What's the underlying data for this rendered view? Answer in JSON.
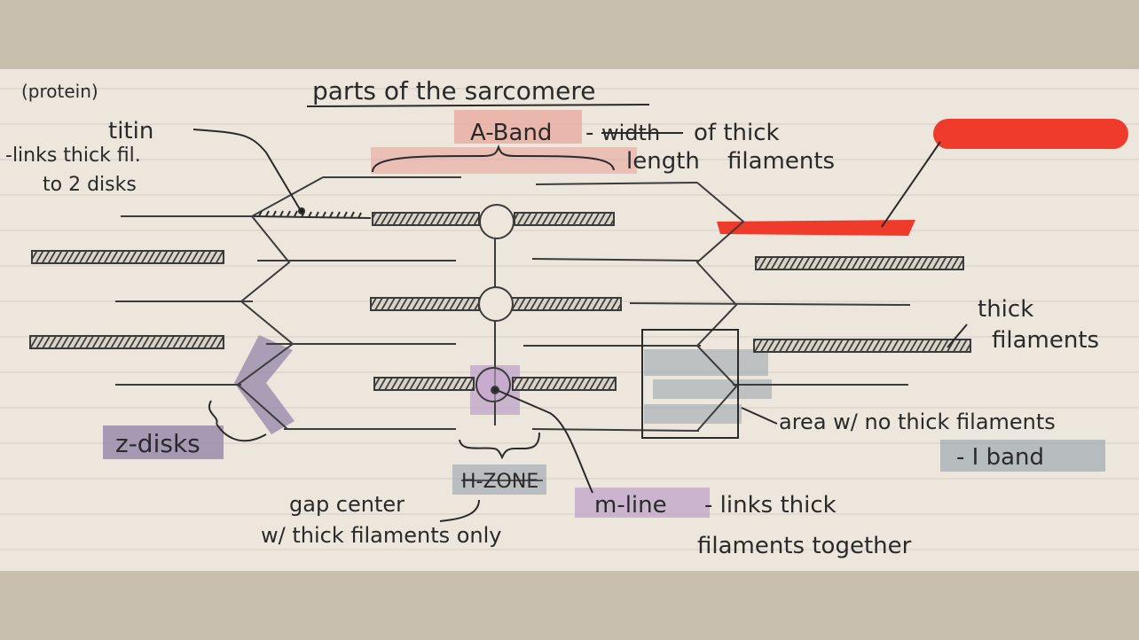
{
  "title": "parts of the sarcomere",
  "labels": {
    "protein": "(protein)",
    "titin": "titin",
    "titin_desc_1": "-links thick fil.",
    "titin_desc_2": "to 2 disks",
    "a_band": "A-Band",
    "a_band_dash": "-",
    "a_band_struck": "width",
    "a_band_desc_1": "of thick",
    "a_band_desc_2": "length",
    "a_band_desc_3": "filaments",
    "thick_filaments_1": "thick",
    "thick_filaments_2": "filaments",
    "z_disks": "z-disks",
    "h_zone": "H-ZONE",
    "gap_1": "gap center",
    "gap_2": "w/ thick filaments only",
    "m_line": "m-line",
    "m_line_desc_1": "- links thick",
    "m_line_desc_2": "filaments together",
    "area_no_thick": "area w/ no thick filaments",
    "i_band": "- I band"
  },
  "colors": {
    "paper": "#ece6dc",
    "background": "#c9bfae",
    "ink": "#2a2a2a",
    "pink_highlight": "#e9a79c",
    "purple_highlight": "#8e7fa7",
    "gray_highlight": "#9aa4ad",
    "red_redaction": "#ef3b2c"
  }
}
